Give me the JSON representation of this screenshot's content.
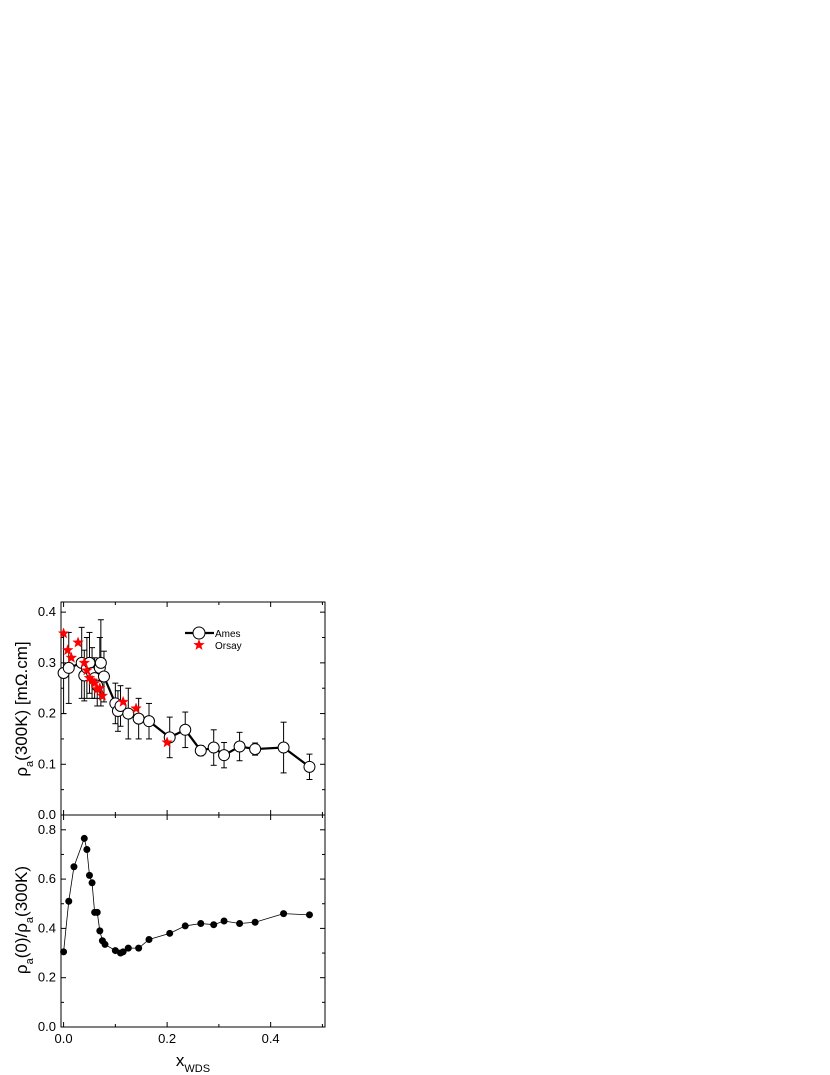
{
  "chart_data": [
    {
      "type": "scatter",
      "panel": "top",
      "ylabel_main": "ρ",
      "ylabel_sub": "a",
      "ylabel_rest": "(300K) [mΩ.cm]",
      "xlim": [
        -0.005,
        0.505
      ],
      "ylim": [
        0.0,
        0.42
      ],
      "xticks": [
        0.0,
        0.2,
        0.4
      ],
      "xtick_labels": [
        "0.0",
        "0.2",
        "0.4"
      ],
      "yticks": [
        0.0,
        0.1,
        0.2,
        0.3,
        0.4
      ],
      "ytick_labels": [
        "0.0",
        "0.1",
        "0.2",
        "0.3",
        "0.4"
      ],
      "legend_position": "top-right",
      "series": [
        {
          "name": "Ames",
          "marker": "open-circle",
          "line": true,
          "color": "#000000",
          "x": [
            0.0,
            0.01,
            0.035,
            0.04,
            0.045,
            0.05,
            0.055,
            0.06,
            0.065,
            0.07,
            0.072,
            0.078,
            0.1,
            0.105,
            0.11,
            0.125,
            0.145,
            0.165,
            0.205,
            0.235,
            0.265,
            0.29,
            0.31,
            0.34,
            0.37,
            0.425,
            0.475
          ],
          "y": [
            0.28,
            0.29,
            0.3,
            0.275,
            0.29,
            0.3,
            0.28,
            0.27,
            0.255,
            0.29,
            0.3,
            0.273,
            0.22,
            0.205,
            0.215,
            0.2,
            0.19,
            0.185,
            0.153,
            0.168,
            0.127,
            0.133,
            0.118,
            0.135,
            0.13,
            0.133,
            0.095
          ],
          "err": [
            0.08,
            0.07,
            0.07,
            0.05,
            0.06,
            0.06,
            0.05,
            0.04,
            0.04,
            0.06,
            0.085,
            0.05,
            0.04,
            0.04,
            0.04,
            0.05,
            0.04,
            0.035,
            0.04,
            0.035,
            0.01,
            0.035,
            0.025,
            0.028,
            0.012,
            0.05,
            0.025
          ]
        },
        {
          "name": "Orsay",
          "marker": "star",
          "line": false,
          "color": "#ff0000",
          "x": [
            0.0,
            0.008,
            0.015,
            0.028,
            0.04,
            0.045,
            0.05,
            0.055,
            0.06,
            0.065,
            0.07,
            0.075,
            0.115,
            0.14,
            0.2
          ],
          "y": [
            0.358,
            0.325,
            0.31,
            0.34,
            0.3,
            0.285,
            0.27,
            0.265,
            0.26,
            0.248,
            0.25,
            0.235,
            0.223,
            0.21,
            0.143
          ]
        }
      ]
    },
    {
      "type": "line",
      "panel": "bottom",
      "ylabel_main": "ρ",
      "ylabel_sub": "a",
      "ylabel_mid": "(0)/ρ",
      "ylabel_sub2": "a",
      "ylabel_rest": "(300K)",
      "xlabel_main": "x",
      "xlabel_sub": "WDS",
      "xlim": [
        -0.005,
        0.505
      ],
      "ylim": [
        0.0,
        0.86
      ],
      "xticks": [
        0.0,
        0.2,
        0.4
      ],
      "xtick_labels": [
        "0.0",
        "0.2",
        "0.4"
      ],
      "yticks": [
        0.0,
        0.2,
        0.4,
        0.6,
        0.8
      ],
      "ytick_labels": [
        "0.0",
        "0.2",
        "0.4",
        "0.6",
        "0.8"
      ],
      "series": [
        {
          "marker": "filled-circle",
          "color": "#000000",
          "x": [
            0.0,
            0.01,
            0.02,
            0.04,
            0.045,
            0.05,
            0.055,
            0.06,
            0.065,
            0.07,
            0.075,
            0.08,
            0.1,
            0.11,
            0.115,
            0.125,
            0.145,
            0.165,
            0.205,
            0.235,
            0.265,
            0.29,
            0.31,
            0.34,
            0.37,
            0.425,
            0.475
          ],
          "y": [
            0.305,
            0.51,
            0.65,
            0.765,
            0.72,
            0.615,
            0.585,
            0.465,
            0.465,
            0.39,
            0.35,
            0.335,
            0.31,
            0.3,
            0.305,
            0.32,
            0.32,
            0.355,
            0.38,
            0.41,
            0.42,
            0.415,
            0.43,
            0.42,
            0.425,
            0.46,
            0.455
          ]
        }
      ]
    }
  ]
}
